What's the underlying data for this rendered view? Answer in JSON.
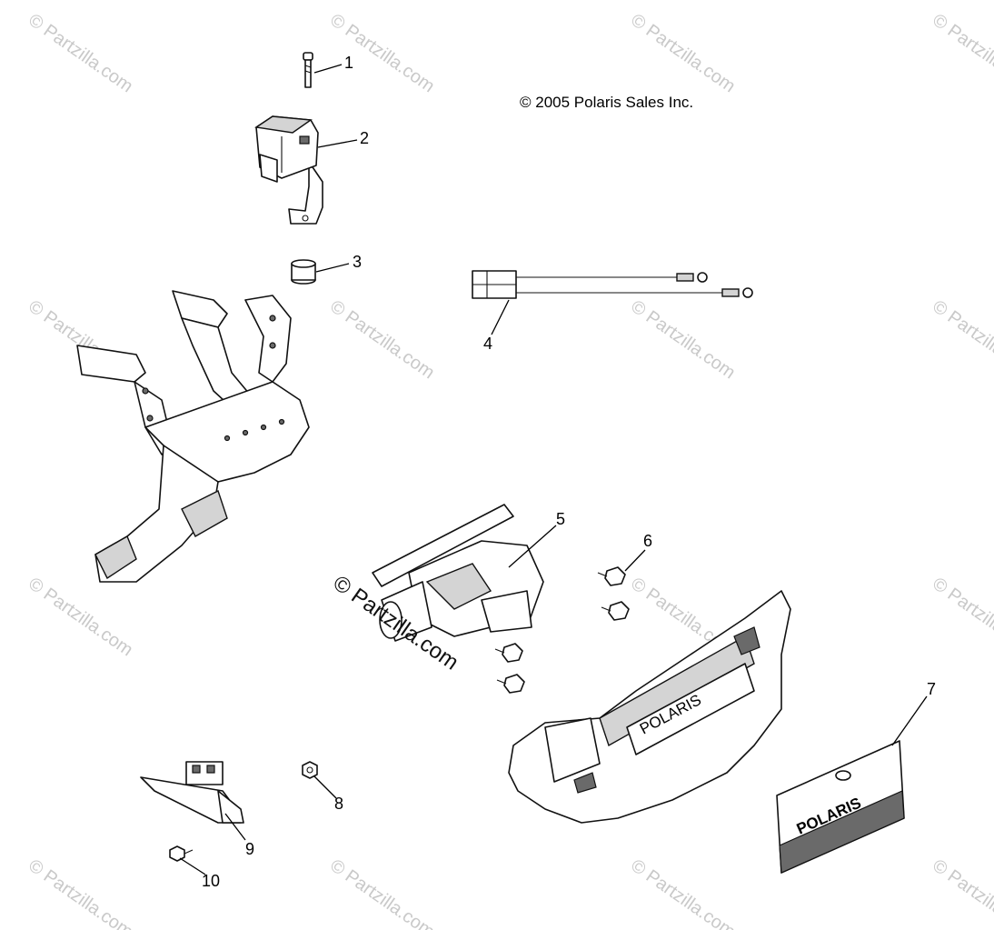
{
  "copyright": "© 2005 Polaris Sales Inc.",
  "watermark": {
    "text": "© Partzilla.com",
    "center_text": "© Partzilla.com"
  },
  "callouts": [
    {
      "id": "1",
      "label": "1"
    },
    {
      "id": "2",
      "label": "2"
    },
    {
      "id": "3",
      "label": "3"
    },
    {
      "id": "4",
      "label": "4"
    },
    {
      "id": "5",
      "label": "5"
    },
    {
      "id": "6",
      "label": "6"
    },
    {
      "id": "7",
      "label": "7"
    },
    {
      "id": "8",
      "label": "8"
    },
    {
      "id": "9",
      "label": "9"
    },
    {
      "id": "10",
      "label": "10"
    }
  ],
  "bumper_emboss": "POLARIS",
  "plate_emboss": "POLARIS"
}
